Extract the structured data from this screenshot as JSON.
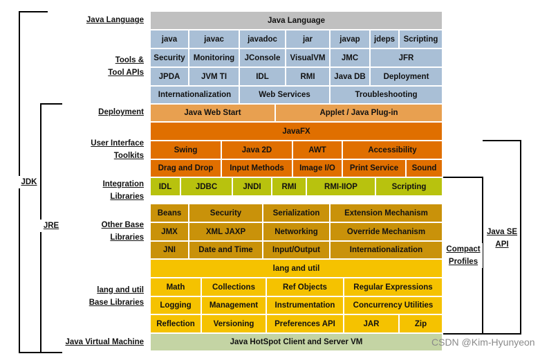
{
  "labels": {
    "java_language": "Java Language",
    "tools_1": "Tools &",
    "tools_2": "Tool APIs",
    "deployment": "Deployment",
    "ui_1": "User Interface",
    "ui_2": "Toolkits",
    "integ_1": "Integration",
    "integ_2": "Libraries",
    "other_1": "Other Base",
    "other_2": "Libraries",
    "base_1": "lang and util",
    "base_2": "Base Libraries",
    "jvm": "Java Virtual Machine",
    "jdk": "JDK",
    "jre": "JRE",
    "compact_1": "Compact",
    "compact_2": "Profiles",
    "javase_1": "Java SE",
    "javase_2": "API"
  },
  "rows": {
    "java_language": [
      "Java Language"
    ],
    "tools_row1": [
      "java",
      "javac",
      "javadoc",
      "jar",
      "javap",
      "jdeps",
      "Scripting"
    ],
    "tools_row2": [
      "Security",
      "Monitoring",
      "JConsole",
      "VisualVM",
      "JMC",
      "JFR"
    ],
    "tools_row3": [
      "JPDA",
      "JVM TI",
      "IDL",
      "RMI",
      "Java DB",
      "Deployment"
    ],
    "tools_row4": [
      "Internationalization",
      "Web Services",
      "Troubleshooting"
    ],
    "deployment": [
      "Java Web Start",
      "Applet / Java Plug-in"
    ],
    "ui_row1": [
      "JavaFX"
    ],
    "ui_row2": [
      "Swing",
      "Java 2D",
      "AWT",
      "Accessibility"
    ],
    "ui_row3": [
      "Drag and Drop",
      "Input Methods",
      "Image I/O",
      "Print Service",
      "Sound"
    ],
    "integration": [
      "IDL",
      "JDBC",
      "JNDI",
      "RMI",
      "RMI-IIOP",
      "Scripting"
    ],
    "other_row1": [
      "Beans",
      "Security",
      "Serialization",
      "Extension Mechanism"
    ],
    "other_row2": [
      "JMX",
      "XML JAXP",
      "Networking",
      "Override Mechanism"
    ],
    "other_row3": [
      "JNI",
      "Date and Time",
      "Input/Output",
      "Internationalization"
    ],
    "base_row1": [
      "lang and util"
    ],
    "base_row2": [
      "Math",
      "Collections",
      "Ref Objects",
      "Regular Expressions"
    ],
    "base_row3": [
      "Logging",
      "Management",
      "Instrumentation",
      "Concurrency Utilities"
    ],
    "base_row4": [
      "Reflection",
      "Versioning",
      "Preferences API",
      "JAR",
      "Zip"
    ],
    "jvm": [
      "Java HotSpot Client and Server VM"
    ]
  },
  "watermark": "CSDN @Kim-Hyunyeon",
  "colors": {
    "language": "#c0c0c0",
    "tools": "#a9bfd6",
    "deployment": "#e8a050",
    "ui": "#e06f00",
    "integration": "#b8c20e",
    "other": "#c9920a",
    "base": "#f5c200",
    "jvm": "#c4d4a4"
  }
}
